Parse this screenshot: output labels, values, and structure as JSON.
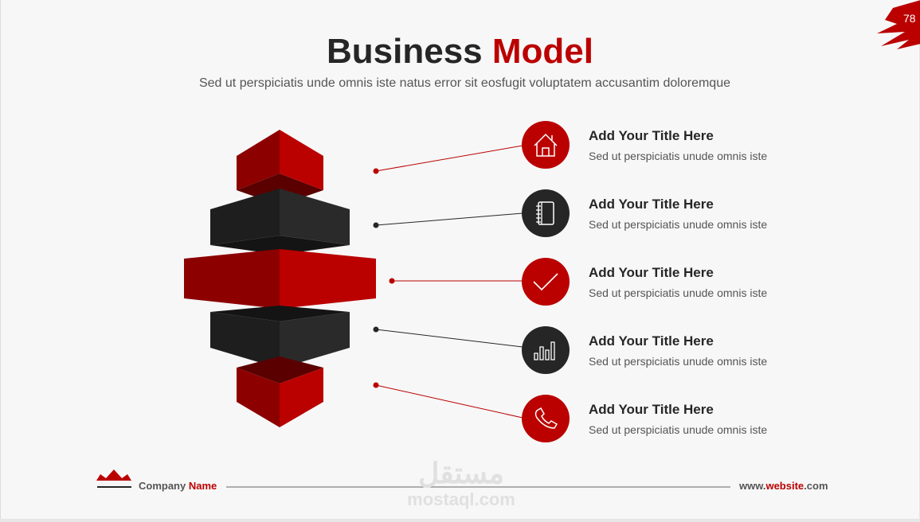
{
  "page_number": "78",
  "title": {
    "part1": "Business",
    "part2": "Model"
  },
  "subtitle": "Sed ut perspiciatis unde omnis iste natus error sit eosfugit voluptatem accusantim doloremque",
  "items": [
    {
      "title": "Add Your Title Here",
      "desc": "Sed ut perspiciatis unude omnis iste",
      "icon": "home-icon"
    },
    {
      "title": "Add Your Title Here",
      "desc": "Sed ut perspiciatis unude omnis iste",
      "icon": "notebook-icon"
    },
    {
      "title": "Add Your Title Here",
      "desc": "Sed ut perspiciatis unude omnis iste",
      "icon": "checkmark-icon"
    },
    {
      "title": "Add Your Title Here",
      "desc": "Sed ut perspiciatis unude omnis iste",
      "icon": "bar-chart-icon"
    },
    {
      "title": "Add Your Title Here",
      "desc": "Sed ut perspiciatis unude omnis iste",
      "icon": "phone-icon"
    }
  ],
  "footer": {
    "company1": "Company ",
    "company2": "Name",
    "web1": "www.",
    "web2": "website",
    "web3": ".com"
  },
  "watermark": {
    "arabic": "مستقل",
    "latin": "mostaql.com"
  },
  "colors": {
    "red": "#bb0000",
    "dark": "#262626"
  }
}
